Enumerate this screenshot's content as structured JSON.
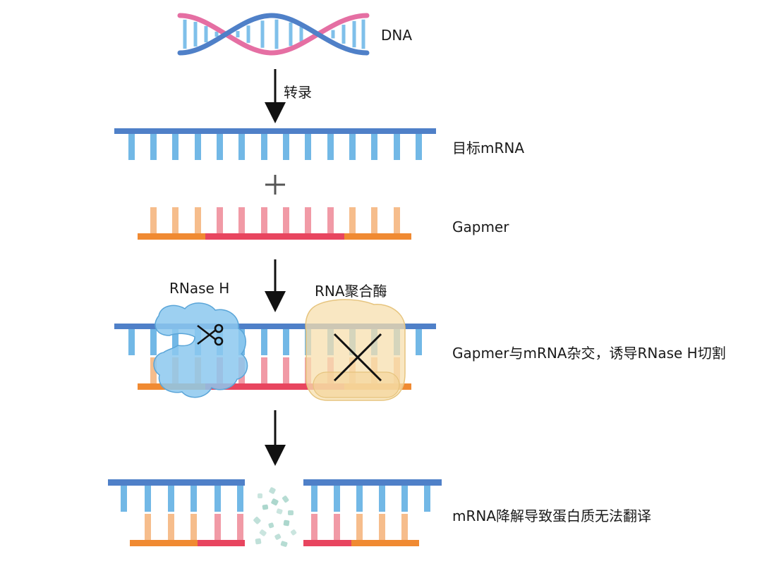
{
  "labels": {
    "dna": "DNA",
    "transcription": "转录",
    "target_mrna": "目标mRNA",
    "plus": "+",
    "gapmer": "Gapmer",
    "rnase_h": "RNase H",
    "rna_polymerase": "RNA聚合酶",
    "hybrid": "Gapmer与mRNA杂交，诱导RNase H切割",
    "degradation": "mRNA降解导致蛋白质无法翻译"
  },
  "colors": {
    "mrna_backbone": "#4f80c8",
    "mrna_base": "#72b8e6",
    "gapmer_wing_backbone": "#f08a32",
    "gapmer_wing_base": "#f6bd8c",
    "gapmer_gap_backbone": "#e8455f",
    "gapmer_gap_base": "#f19aa6",
    "dna_strand_blue": "#4f80c8",
    "dna_strand_pink": "#e56fa3",
    "dna_rung": "#7fc0ea",
    "rnase_h_fill": "#8cc8ef",
    "polymerase_fill": "#f7dfae",
    "fragments": "#9ed0c4",
    "arrow": "#111111"
  },
  "icons": [
    "dna-helix-icon",
    "down-arrow-icon",
    "plus-icon",
    "scissors-icon",
    "cross-icon",
    "rnase-h-protein-icon",
    "rna-polymerase-protein-icon",
    "rna-fragment-icon"
  ]
}
